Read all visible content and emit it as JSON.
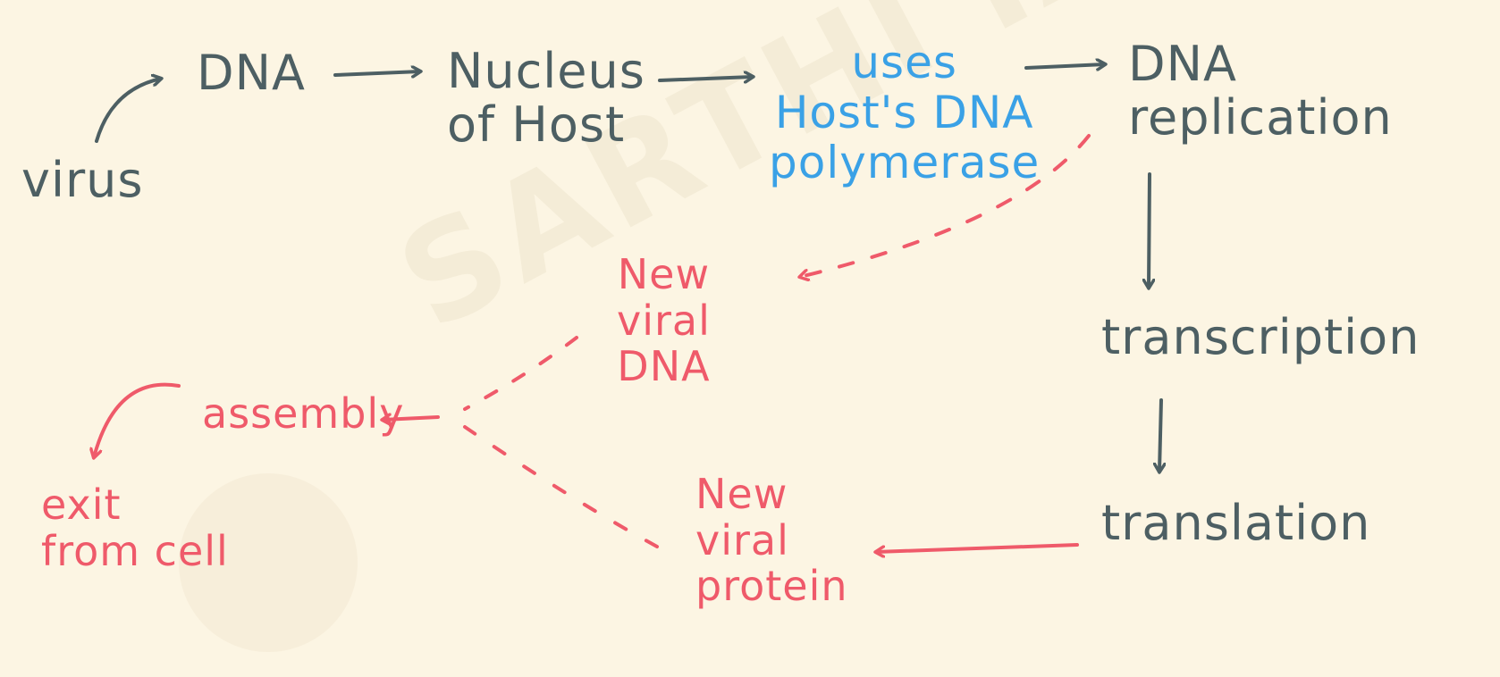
{
  "colors": {
    "background": "#fcf5e3",
    "main_ink": "#4d5f63",
    "blue_ink": "#3aa1e6",
    "red_ink": "#ef5a6a"
  },
  "watermark": "SARTHI IAS",
  "nodes": {
    "virus": "virus",
    "dna": "DNA",
    "nucleus": "Nucleus\nof Host",
    "polymerase": "uses\nHost's DNA\npolymerase",
    "replication": "DNA\nreplication",
    "transcription": "transcription",
    "translation": "translation",
    "new_viral_dna": "New\nviral\nDNA",
    "new_viral_protein": "New\nviral\nprotein",
    "assembly": "assembly",
    "exit": "exit\nfrom cell"
  }
}
